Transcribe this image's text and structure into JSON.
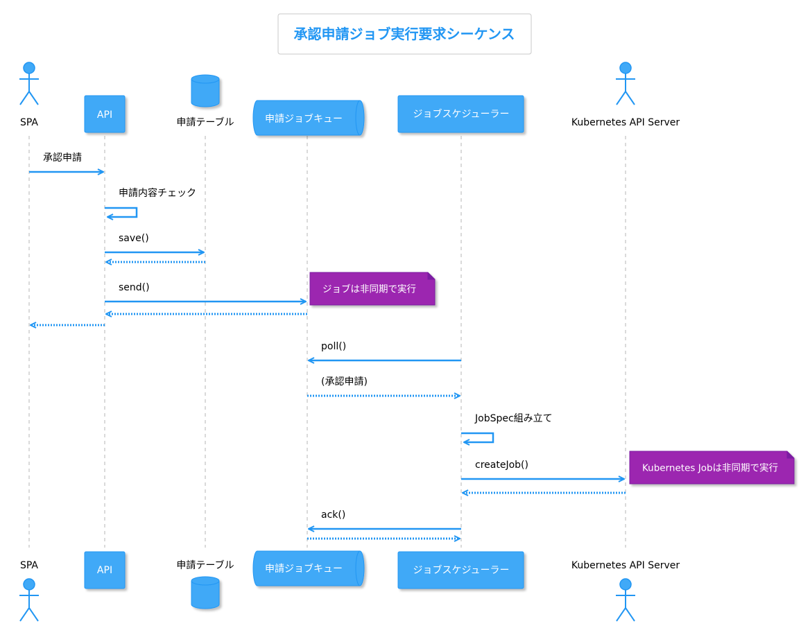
{
  "title": "承認申請ジョブ実行要求シーケンス",
  "colors": {
    "accent": "#2196f3",
    "box_fill": "#40a9f7",
    "note_fill": "#9c27b0",
    "title_text": "#2196f3",
    "lifeline": "#b5b5b5",
    "text": "#000000"
  },
  "participants": [
    {
      "id": "spa",
      "label": "SPA",
      "kind": "actor"
    },
    {
      "id": "api",
      "label": "API",
      "kind": "participant"
    },
    {
      "id": "table",
      "label": "申請テーブル",
      "kind": "database"
    },
    {
      "id": "queue",
      "label": "申請ジョブキュー",
      "kind": "queue"
    },
    {
      "id": "scheduler",
      "label": "ジョブスケジューラー",
      "kind": "participant"
    },
    {
      "id": "k8s",
      "label": "Kubernetes API Server",
      "kind": "actor"
    }
  ],
  "messages": [
    {
      "from": "spa",
      "to": "api",
      "label": "承認申請",
      "style": "solid"
    },
    {
      "from": "api",
      "to": "api",
      "label": "申請内容チェック",
      "style": "self"
    },
    {
      "from": "api",
      "to": "table",
      "label": "save()",
      "style": "solid"
    },
    {
      "from": "table",
      "to": "api",
      "label": "",
      "style": "dotted"
    },
    {
      "from": "api",
      "to": "queue",
      "label": "send()",
      "style": "solid"
    },
    {
      "from": "queue",
      "to": "api",
      "label": "",
      "style": "dotted"
    },
    {
      "from": "api",
      "to": "spa",
      "label": "",
      "style": "dotted"
    },
    {
      "from": "scheduler",
      "to": "queue",
      "label": "poll()",
      "style": "solid"
    },
    {
      "from": "queue",
      "to": "scheduler",
      "label": "(承認申請)",
      "style": "dotted"
    },
    {
      "from": "scheduler",
      "to": "scheduler",
      "label": "JobSpec組み立て",
      "style": "self"
    },
    {
      "from": "scheduler",
      "to": "k8s",
      "label": "createJob()",
      "style": "solid"
    },
    {
      "from": "k8s",
      "to": "scheduler",
      "label": "",
      "style": "dotted"
    },
    {
      "from": "scheduler",
      "to": "queue",
      "label": "ack()",
      "style": "solid"
    },
    {
      "from": "queue",
      "to": "scheduler",
      "label": "",
      "style": "dotted"
    }
  ],
  "notes": [
    {
      "text": "ジョブは非同期で実行"
    },
    {
      "text": "Kubernetes Jobは非同期で実行"
    }
  ]
}
